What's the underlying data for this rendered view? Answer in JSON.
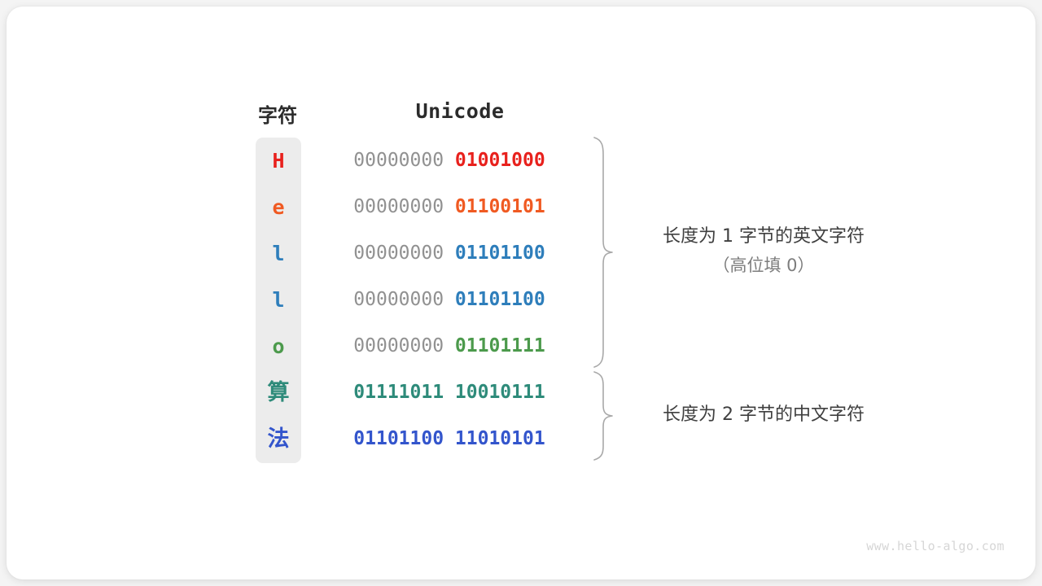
{
  "figure": {
    "watermark": "www.hello-algo.com",
    "background_color": "#f4f4f4",
    "card_color": "#ffffff",
    "column_background": "#ececec"
  },
  "table": {
    "headers": {
      "character": "字符",
      "encoding": "Unicode"
    },
    "rows": [
      {
        "char": "H",
        "pad_bits": "00000000",
        "value_bits": "01001000",
        "color": "#e8211d",
        "script": "latin"
      },
      {
        "char": "e",
        "pad_bits": "00000000",
        "value_bits": "01100101",
        "color": "#f05a22",
        "script": "latin"
      },
      {
        "char": "l",
        "pad_bits": "00000000",
        "value_bits": "01101100",
        "color": "#2e7ebb",
        "script": "latin"
      },
      {
        "char": "l",
        "pad_bits": "00000000",
        "value_bits": "01101100",
        "color": "#2e7ebb",
        "script": "latin"
      },
      {
        "char": "o",
        "pad_bits": "00000000",
        "value_bits": "01101111",
        "color": "#4c9a4c",
        "script": "latin"
      },
      {
        "char": "算",
        "pad_bits": "",
        "value_bits": "01111011 10010111",
        "color": "#2e8b7a",
        "script": "cjk"
      },
      {
        "char": "法",
        "pad_bits": "",
        "value_bits": "01101100 11010101",
        "color": "#3355cc",
        "script": "cjk"
      }
    ]
  },
  "annotations": [
    {
      "line1": "长度为 1 字节的英文字符",
      "line2": "（高位填 0）"
    },
    {
      "line1": "长度为 2 字节的中文字符",
      "line2": ""
    }
  ]
}
